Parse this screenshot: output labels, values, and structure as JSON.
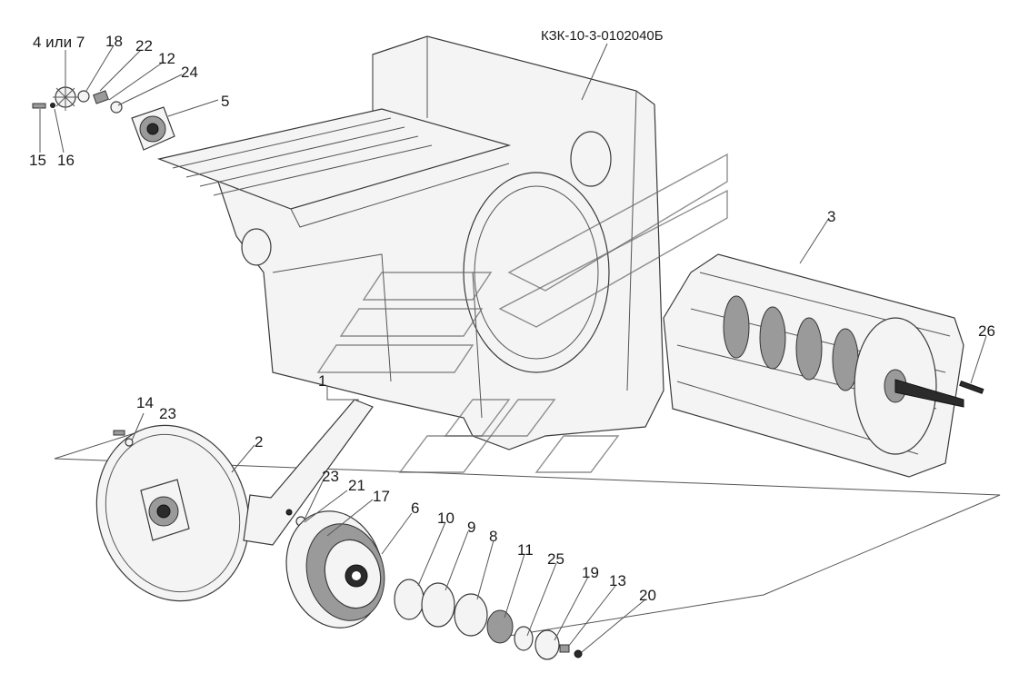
{
  "diagram": {
    "assembly_code": "КЗК-10-3-0102040Б",
    "callouts": [
      {
        "id": "c-4or7",
        "text": "4 или 7"
      },
      {
        "id": "c-18",
        "text": "18"
      },
      {
        "id": "c-22",
        "text": "22"
      },
      {
        "id": "c-12",
        "text": "12"
      },
      {
        "id": "c-24",
        "text": "24"
      },
      {
        "id": "c-5",
        "text": "5"
      },
      {
        "id": "c-15",
        "text": "15"
      },
      {
        "id": "c-16",
        "text": "16"
      },
      {
        "id": "c-3",
        "text": "3"
      },
      {
        "id": "c-26",
        "text": "26"
      },
      {
        "id": "c-1",
        "text": "1"
      },
      {
        "id": "c-14",
        "text": "14"
      },
      {
        "id": "c-23a",
        "text": "23"
      },
      {
        "id": "c-2",
        "text": "2"
      },
      {
        "id": "c-23b",
        "text": "23"
      },
      {
        "id": "c-21",
        "text": "21"
      },
      {
        "id": "c-17",
        "text": "17"
      },
      {
        "id": "c-6",
        "text": "6"
      },
      {
        "id": "c-10",
        "text": "10"
      },
      {
        "id": "c-9",
        "text": "9"
      },
      {
        "id": "c-8",
        "text": "8"
      },
      {
        "id": "c-11",
        "text": "11"
      },
      {
        "id": "c-25",
        "text": "25"
      },
      {
        "id": "c-19",
        "text": "19"
      },
      {
        "id": "c-13",
        "text": "13"
      },
      {
        "id": "c-20",
        "text": "20"
      }
    ]
  }
}
